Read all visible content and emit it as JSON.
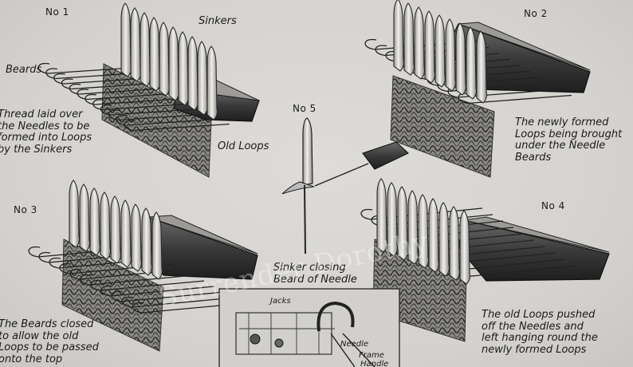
{
  "panels": {
    "p1": {
      "number": "No 1",
      "sinkers_label": "Sinkers",
      "beards_label": "Beards",
      "caption": [
        "Thread laid over",
        "the Needles to be",
        "formed into Loops",
        "by the Sinkers"
      ],
      "old_loops_label": "Old Loops"
    },
    "p2": {
      "number": "No 2",
      "caption": [
        "The newly formed",
        "Loops being brought",
        "under the Needle",
        "Beards"
      ]
    },
    "p3": {
      "number": "No 3",
      "caption": [
        "The Beards closed",
        "to allow the old",
        "Loops to be passed",
        "onto the top"
      ]
    },
    "p4": {
      "number": "No 4",
      "caption": [
        "The old Loops pushed",
        "off the Needles and",
        "left hanging round the",
        "newly formed Loops"
      ]
    },
    "p5": {
      "number": "No 5",
      "caption": [
        "Sinker closing",
        "Beard of Needle"
      ]
    }
  },
  "inset": {
    "jacks_label": "Jacks",
    "needle_label": "Needle",
    "frame_label": "Frame",
    "handle_label": "Handle"
  },
  "watermark": "Surrender Dorothy",
  "colors": {
    "paper": "#d9d7d3",
    "ink": "#1c1c1c",
    "metal_light": "#ecebe8",
    "metal_dark": "#2a2a2a"
  }
}
